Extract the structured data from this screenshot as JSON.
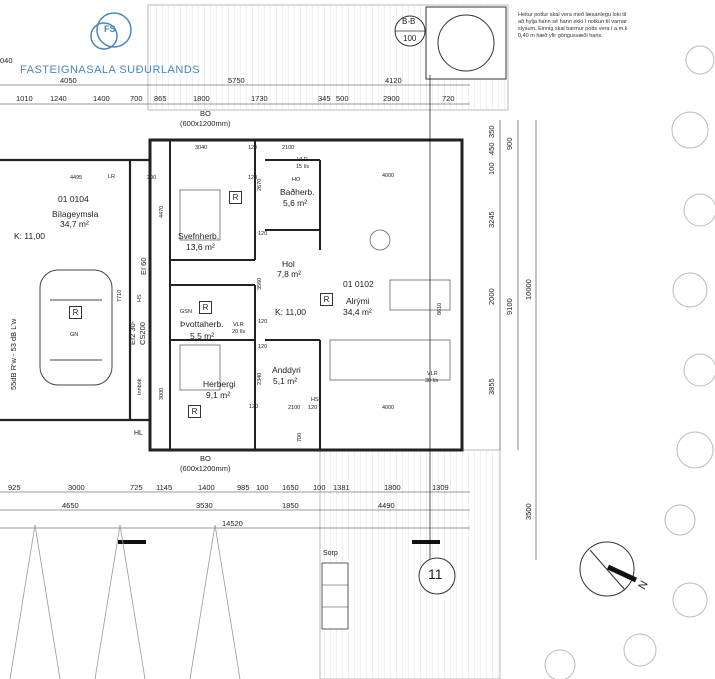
{
  "brand": {
    "name": "FASTEIGNASALA SUÐURLANDS",
    "monogram": "FS",
    "logo_color": "#4a86b8"
  },
  "section_marker": {
    "label": "B-B",
    "number": "100"
  },
  "note": [
    "Heitur pottur skal vera með læsanlegu loki til",
    "að hylja hann sé hann ekki í notkun til varnar",
    "slysum. Einnig skal barmur potts vera í a.m.k",
    "0,40 m hæð yfir göngusvæði hans."
  ],
  "window_labels": {
    "top": "BO",
    "top_size": "(600x1200mm)",
    "bottom": "BO",
    "bottom_size": "(600x1200mm)"
  },
  "rooms": {
    "bilageymsla": {
      "id": "01 0104",
      "name": "Bílageymsla",
      "area": "34,7 m²",
      "k": "K: 11,00"
    },
    "svefnherb": {
      "name": "Svefnherb.",
      "area": "13,6 m²"
    },
    "badherb": {
      "name": "Baðherb.",
      "area": "5,6 m²"
    },
    "hol": {
      "name": "Hol",
      "area": "7,8 m²"
    },
    "alrymi": {
      "id": "01 0102",
      "name": "Alrými",
      "area": "34,4 m²"
    },
    "k_main": "K: 11,00",
    "thvottaherb": {
      "name": "Þvottaherb.",
      "area": "5,5 m²"
    },
    "herbergi": {
      "name": "Herbergi",
      "area": "9,1 m²"
    },
    "anddyri": {
      "name": "Anddyri",
      "area": "5,1 m²"
    }
  },
  "marks": {
    "r": "R",
    "gn": "GN",
    "gsn": "GSN",
    "lr": "LR",
    "hl": "HL",
    "ho": "HO",
    "hs": "HS",
    "sorp": "Sorp",
    "plot": "11",
    "north": "N",
    "vlr1": "VLR",
    "vlr1b": "15 l/s",
    "vlr2": "VLR",
    "vlr2b": "20 l/s",
    "vlr3": "VLR",
    "vlr3b": "30 l/s"
  },
  "wall_labels": {
    "ei60": "EI 60",
    "ei230": "EI2 30-",
    "cs200": "CS200",
    "innbok": "Innbók",
    "hs": "HS",
    "noise": "55dB R'w - 53 dB L'w"
  },
  "dims_top": [
    "4050",
    "5750",
    "4120"
  ],
  "dims_top2": [
    "1010",
    "1240",
    "1400",
    "700",
    "865",
    "1800",
    "1730",
    "345",
    "500",
    "2900",
    "720"
  ],
  "dims_top_left": "040",
  "dims_bottom": [
    "925",
    "3000",
    "725",
    "1145",
    "1400",
    "985",
    "100",
    "1650",
    "100",
    "1381",
    "1800",
    "1309"
  ],
  "dims_bottom2": [
    "4650",
    "3530",
    "1850",
    "4490"
  ],
  "dims_bottom3": "14520",
  "dims_right": [
    "100",
    "450",
    "350",
    "900",
    "9100",
    "10000",
    "3245",
    "2000",
    "3855",
    "3500"
  ],
  "inner_dims": [
    "3040",
    "120",
    "2100",
    "4000",
    "4495",
    "200",
    "120",
    "4470",
    "2670",
    "7710",
    "3560",
    "3000",
    "2340",
    "8610",
    "4000",
    "120",
    "2100",
    "120",
    "120",
    "700",
    "120",
    "120"
  ]
}
